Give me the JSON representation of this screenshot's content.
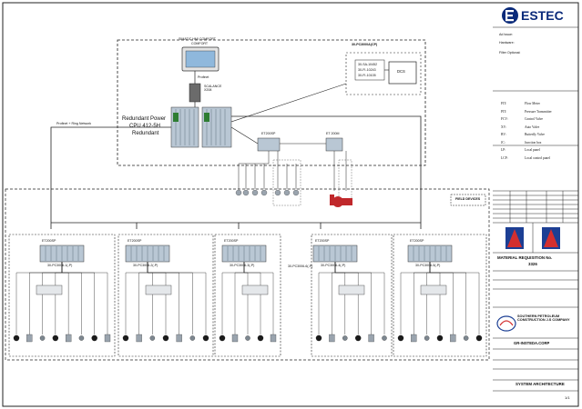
{
  "title_block": {
    "brand": "ESTEC",
    "field_labels": [
      "Ad Issue:",
      "Hardware:",
      "Filter Optional:"
    ],
    "legend": [
      {
        "code": "FIT:",
        "desc": "Flow Meter"
      },
      {
        "code": "PIT:",
        "desc": "Pressure Transmitter"
      },
      {
        "code": "FCV:",
        "desc": "Control Valve"
      },
      {
        "code": "XV:",
        "desc": "Auto Valve"
      },
      {
        "code": "BV:",
        "desc": "Butterfly Valve"
      },
      {
        "code": "JC:",
        "desc": "Junction box"
      },
      {
        "code": "LP:",
        "desc": "Local panel"
      },
      {
        "code": "LCP:",
        "desc": "Local control panel"
      }
    ],
    "material_requisition": "MATERIAL REQUISITION No.",
    "mr_value": "3326",
    "company": "SOUTHERN PETROLEUM CONSTRUCTION J.S COMPANY",
    "doc_no": "GR-INSTEDA.CORP",
    "drawing_title": "SYSTEM ARCHITECTURE",
    "sheet_no": "1/1"
  },
  "top": {
    "hmi_label": "SIMATIC HMI COMFORT",
    "hmi_sub": "COMFORT",
    "switch_label": "SCALANCE X208",
    "profinet_label": "Profinet",
    "cpu_label_1": "Redundant Power",
    "cpu_label_2": "CPU 412-5H",
    "cpu_label_3": "Redundant",
    "profinet_ring": "Profinet + Ring Network",
    "et200sp_label": "ET200SP",
    "et200m_label": "ET 200M",
    "dcs_group_label": "30-PC3000A(CP)",
    "dcs_label": "DCS",
    "dcs_signals": [
      "30-SA-10452",
      "30-FI-10243",
      "30-FI-10105"
    ],
    "field_devices_label": "FIELD DEVICES"
  },
  "stations": [
    {
      "head": "ET200SP",
      "tag": "30-PC3006-1(-P)"
    },
    {
      "head": "ET200SP",
      "tag": "30-PC3006-2(-P)"
    },
    {
      "head": "ET200SP",
      "tag": "30-PC3006-3(-P)"
    },
    {
      "head": "ET200SP",
      "tag": "30-PC3006-4(-P)"
    },
    {
      "head": "ET200SP",
      "tag": "30-PC3006-5(-P)"
    }
  ],
  "mid_label": "30-PC3006-6(-P)"
}
